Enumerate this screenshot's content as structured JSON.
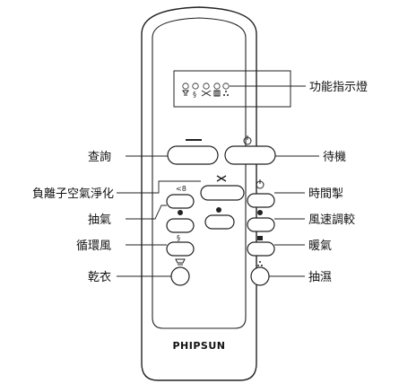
{
  "remote": {
    "brand": "PHIPSUN",
    "indicator_icons": [
      "fan-icon",
      "swirl-icon",
      "ion-icon",
      "heater-icon",
      "drip-icon"
    ]
  },
  "labels": {
    "function_indicator": "功能指示燈",
    "query": "查詢",
    "standby": "待機",
    "ion_purify": "負離子空氣淨化",
    "timer": "時間掣",
    "extract": "抽氣",
    "fan_speed": "風速調較",
    "circulate": "循環風",
    "heating": "暖氣",
    "dry_clothes": "乾衣",
    "dehumidify": "抽濕"
  },
  "colors": {
    "outline": "#222222",
    "background": "#ffffff",
    "leader_line": "#222222"
  }
}
